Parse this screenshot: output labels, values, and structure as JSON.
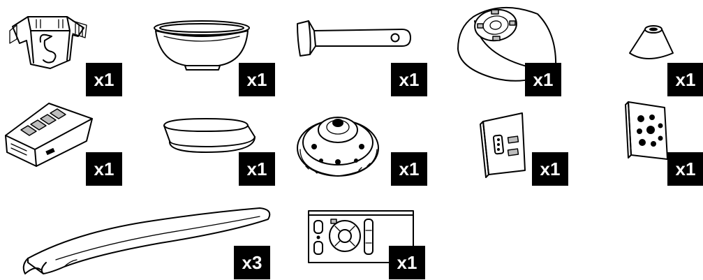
{
  "parts": [
    {
      "name": "mounting-bracket",
      "qty": "x1"
    },
    {
      "name": "canopy-bowl",
      "qty": "x1"
    },
    {
      "name": "downrod",
      "qty": "x1"
    },
    {
      "name": "motor-housing",
      "qty": "x1"
    },
    {
      "name": "canopy-cover",
      "qty": "x1"
    },
    {
      "name": "receiver-module",
      "qty": "x1"
    },
    {
      "name": "trim-ring",
      "qty": "x1"
    },
    {
      "name": "motor",
      "qty": "x1"
    },
    {
      "name": "wall-plate",
      "qty": "x1"
    },
    {
      "name": "screw-pack",
      "qty": "x1"
    },
    {
      "name": "fan-blade",
      "qty": "x3"
    },
    {
      "name": "remote-control",
      "qty": "x1"
    }
  ]
}
